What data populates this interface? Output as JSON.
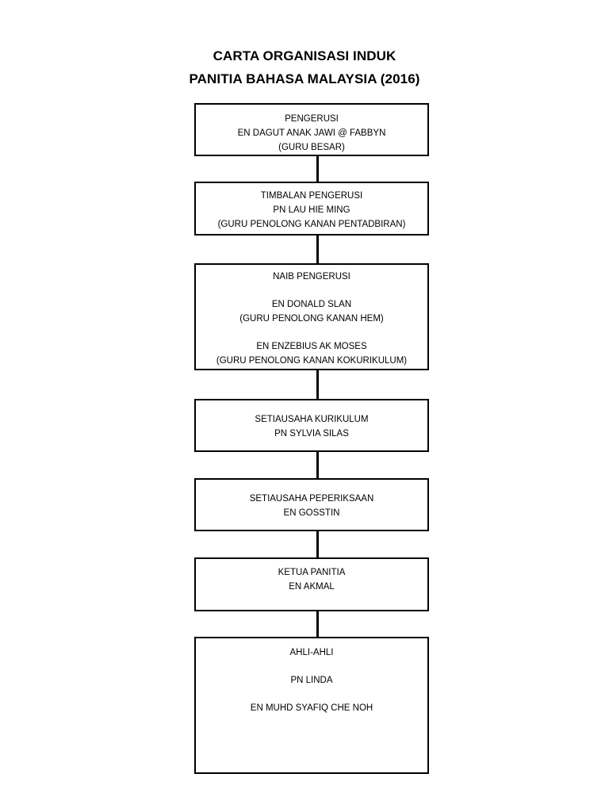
{
  "title": {
    "line1": "CARTA ORGANISASI INDUK",
    "line2": "PANITIA BAHASA MALAYSIA (2016)"
  },
  "boxes": [
    {
      "role": "PENGERUSI",
      "name": "EN DAGUT ANAK JAWI @ FABBYN",
      "position": "(GURU BESAR)"
    },
    {
      "role": "TIMBALAN PENGERUSI",
      "name": "PN LAU HIE MING",
      "position": "(GURU PENOLONG KANAN PENTADBIRAN)"
    },
    {
      "role": "NAIB PENGERUSI",
      "members": [
        {
          "name": "EN DONALD SLAN",
          "position": "(GURU PENOLONG KANAN HEM)"
        },
        {
          "name": "EN ENZEBIUS AK MOSES",
          "position": "(GURU PENOLONG KANAN KOKURIKULUM)"
        }
      ]
    },
    {
      "role": "SETIAUSAHA KURIKULUM",
      "name": "PN SYLVIA SILAS"
    },
    {
      "role": "SETIAUSAHA PEPERIKSAAN",
      "name": "EN GOSSTIN"
    },
    {
      "role": "KETUA PANITIA",
      "name": "EN AKMAL"
    },
    {
      "role": "AHLI-AHLI",
      "members": [
        {
          "name": "PN LINDA"
        },
        {
          "name": "EN MUHD SYAFIQ CHE NOH"
        }
      ]
    }
  ]
}
